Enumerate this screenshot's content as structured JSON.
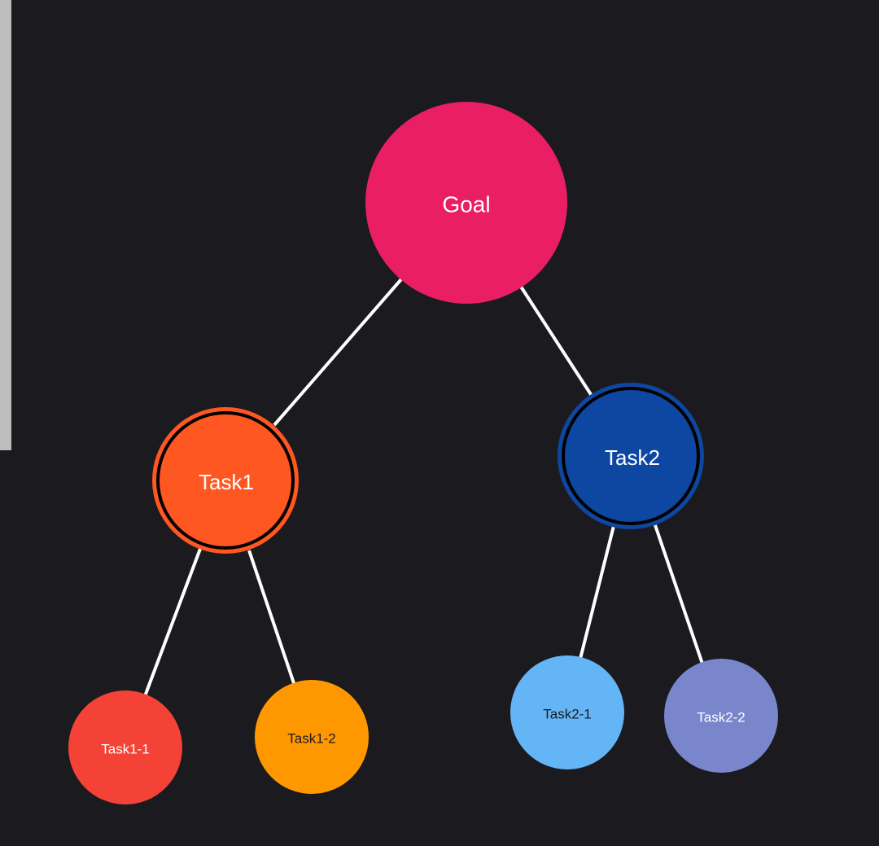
{
  "nodes": {
    "goal": {
      "label": "Goal",
      "fill": "#e91e63",
      "text_color": "#ffffff"
    },
    "task1": {
      "label": "Task1",
      "fill": "#ff5722",
      "ring": "#ff5722",
      "text_color": "#ffffff"
    },
    "task2": {
      "label": "Task2",
      "fill": "#0d47a1",
      "ring": "#0d47a1",
      "text_color": "#ffffff"
    },
    "task1_1": {
      "label": "Task1-1",
      "fill": "#f44336",
      "text_color": "#ffffff"
    },
    "task1_2": {
      "label": "Task1-2",
      "fill": "#ff9800",
      "text_color": "#1b1a1f"
    },
    "task2_1": {
      "label": "Task2-1",
      "fill": "#64b5f6",
      "text_color": "#1b1a1f"
    },
    "task2_2": {
      "label": "Task2-2",
      "fill": "#7986cb",
      "text_color": "#ffffff"
    }
  },
  "edges": [
    {
      "from": "Goal",
      "to": "Task1"
    },
    {
      "from": "Goal",
      "to": "Task2"
    },
    {
      "from": "Task1",
      "to": "Task1-1"
    },
    {
      "from": "Task1",
      "to": "Task1-2"
    },
    {
      "from": "Task2",
      "to": "Task2-1"
    },
    {
      "from": "Task2",
      "to": "Task2-2"
    }
  ],
  "colors": {
    "background": "#1b1a1f",
    "edge": "#ffffff",
    "ring_gap": "#000000",
    "scroll_strip": "#bdbdbd"
  }
}
